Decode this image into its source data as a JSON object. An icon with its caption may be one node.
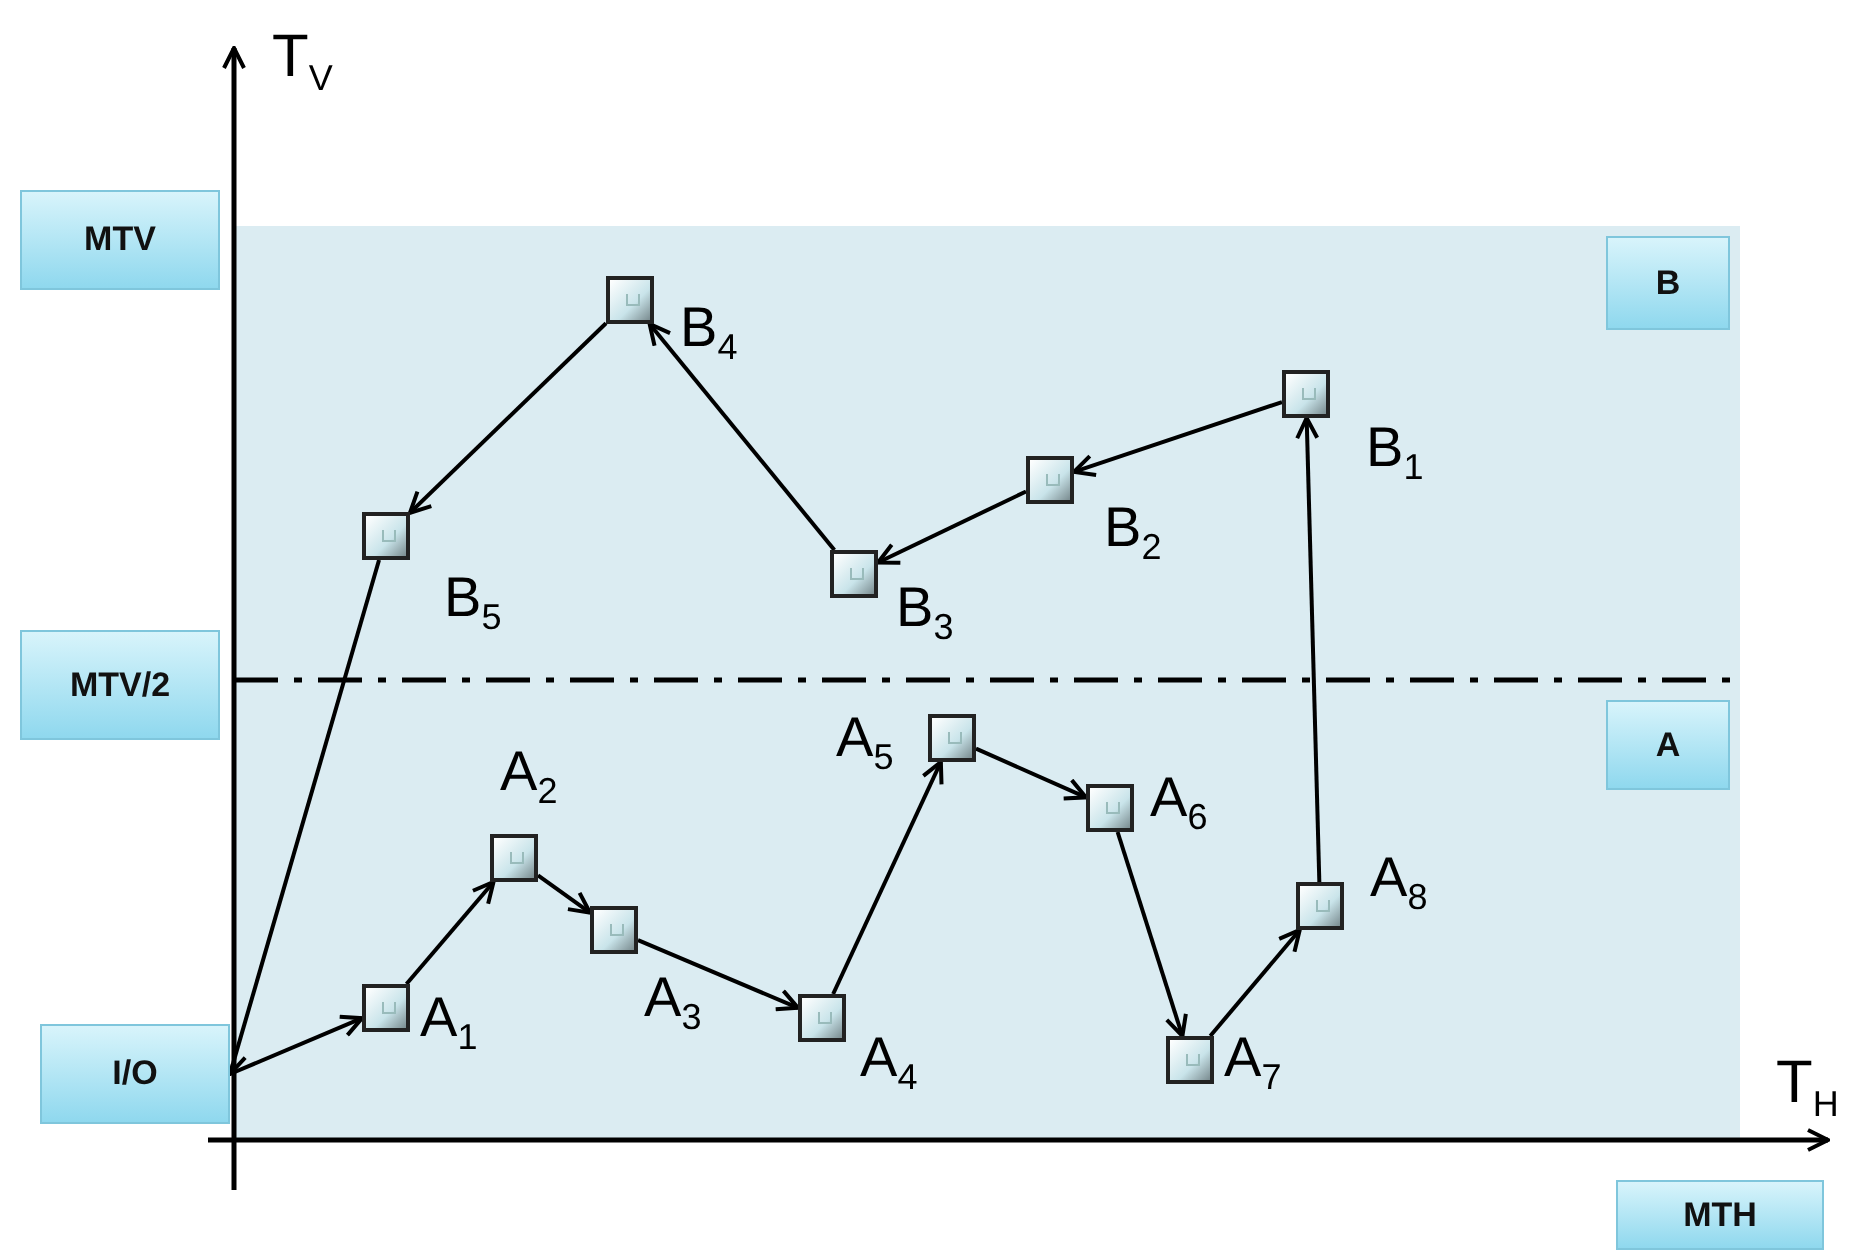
{
  "diagram": {
    "nodes": [
      {
        "text": [
          "MTV"
        ]
      },
      {
        "text": [
          "B"
        ]
      },
      {
        "text": [],
        "shape": "box",
        "beside": [
          "B$_{4}$"
        ]
      },
      {
        "text": [],
        "shape": "box",
        "beside": [
          "B$_{1}$"
        ]
      },
      {
        "text": [],
        "shape": "box",
        "beside": [
          "B$_{2}$"
        ]
      },
      {
        "text": [],
        "shape": "box",
        "beside": [
          "B$_{5}$"
        ]
      },
      {
        "text": [],
        "shape": "box",
        "beside": [
          "B$_{3}$"
        ]
      },
      {
        "text": [
          "MTV/2"
        ]
      },
      {
        "text": [
          "A"
        ]
      },
      {
        "text": [],
        "shape": "box",
        "beside": [
          "A$_{5}$"
        ]
      },
      {
        "text": [],
        "shape": "box",
        "beside": [
          "A$_{2}$"
        ]
      },
      {
        "text": [],
        "shape": "box",
        "beside": [
          "A$_{6}$"
        ]
      },
      {
        "text": [],
        "shape": "box",
        "beside": [
          "A$_{8}$"
        ]
      },
      {
        "text": [],
        "shape": "box",
        "beside": [
          "A$_{3}$"
        ]
      },
      {
        "text": [],
        "shape": "box",
        "beside": [
          "A$_{1}$"
        ]
      },
      {
        "text": [],
        "shape": "box",
        "beside": [
          "A$_{4}$"
        ]
      },
      {
        "text": [],
        "shape": "box",
        "beside": [
          "A$_{7}$"
        ]
      },
      {
        "text": [
          "I/O"
        ]
      },
      {
        "text": [
          "MTH"
        ]
      }
    ],
    "edges": [
      {
        "from": 17,
        "to": 14,
        "arrow": "to"
      },
      {
        "from": 14,
        "to": 10,
        "arrow": "to"
      },
      {
        "from": 10,
        "to": 13,
        "arrow": "to"
      },
      {
        "from": 13,
        "to": 15,
        "arrow": "to"
      },
      {
        "from": 15,
        "to": 9,
        "arrow": "to"
      },
      {
        "from": 9,
        "to": 11,
        "arrow": "to"
      },
      {
        "from": 11,
        "to": 16,
        "arrow": "to"
      },
      {
        "from": 16,
        "to": 12,
        "arrow": "to"
      },
      {
        "from": 12,
        "to": 3,
        "arrow": "to"
      },
      {
        "from": 3,
        "to": 4,
        "arrow": "to"
      },
      {
        "from": 4,
        "to": 6,
        "arrow": "to"
      },
      {
        "from": 6,
        "to": 2,
        "arrow": "to"
      },
      {
        "from": 2,
        "to": 5,
        "arrow": "to"
      },
      {
        "from": 5,
        "to": 17,
        "arrow": "to"
      }
    ],
    "labels": [
      "T$_{V}$",
      "T$_{H}$"
    ]
  }
}
